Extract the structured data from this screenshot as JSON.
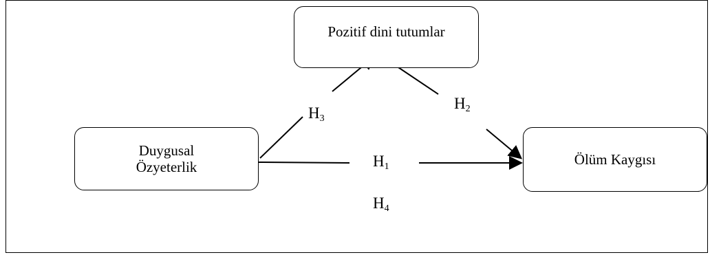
{
  "nodes": {
    "top": "Pozitif dini tutumlar",
    "left_line1": "Duygusal",
    "left_line2": "Özyeterlik",
    "right": "Ölüm Kaygısı"
  },
  "hypotheses": {
    "h1": {
      "letter": "H",
      "num": "1"
    },
    "h2": {
      "letter": "H",
      "num": "2"
    },
    "h3": {
      "letter": "H",
      "num": "3"
    },
    "h4": {
      "letter": "H",
      "num": "4"
    }
  }
}
